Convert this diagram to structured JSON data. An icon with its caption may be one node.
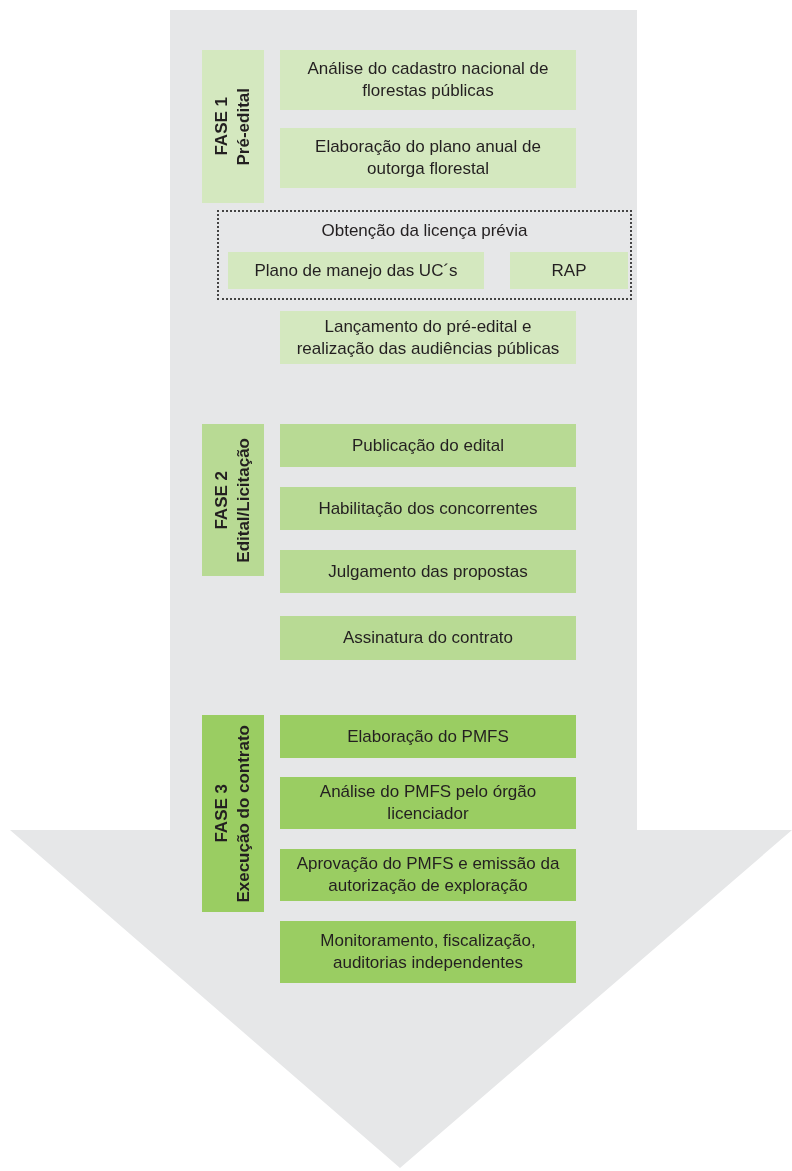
{
  "diagram": {
    "nodes": [
      {
        "text": [],
        "shape": "arrow"
      },
      {
        "text": [
          "FASE 1",
          "Pré-edital"
        ],
        "in": 0
      },
      {
        "text": [
          "Análise do cadastro nacional de florestas públicas"
        ],
        "in": 0
      },
      {
        "text": [
          "Elaboração do plano anual de outorga florestal"
        ],
        "in": 0
      },
      {
        "text": [
          "Obtenção da licença prévia"
        ],
        "in": 0
      },
      {
        "text": [
          "Plano de manejo das UC´s"
        ],
        "in": 4
      },
      {
        "text": [
          "RAP"
        ],
        "in": 4
      },
      {
        "text": [
          "Lançamento do pré-edital e realização das audiências públicas"
        ],
        "in": 0
      },
      {
        "text": [
          "FASE 2",
          "Edital/Licitação"
        ],
        "in": 0
      },
      {
        "text": [
          "Publicação do edital"
        ],
        "in": 0
      },
      {
        "text": [
          "Habilitação dos concorrentes"
        ],
        "in": 0
      },
      {
        "text": [
          "Julgamento das propostas"
        ],
        "in": 0
      },
      {
        "text": [
          "Assinatura do contrato"
        ],
        "in": 0
      },
      {
        "text": [
          "FASE 3",
          "Execução do contrato"
        ],
        "in": 0
      },
      {
        "text": [
          "Elaboração do PMFS"
        ],
        "in": 0
      },
      {
        "text": [
          "Análise do PMFS pelo órgão licenciador"
        ],
        "in": 0
      },
      {
        "text": [
          "Aprovação do PMFS e emissão da autorização de exploração"
        ],
        "in": 0
      },
      {
        "text": [
          "Monitoramento, fiscalização, auditorias independentes"
        ],
        "in": 0
      }
    ]
  }
}
